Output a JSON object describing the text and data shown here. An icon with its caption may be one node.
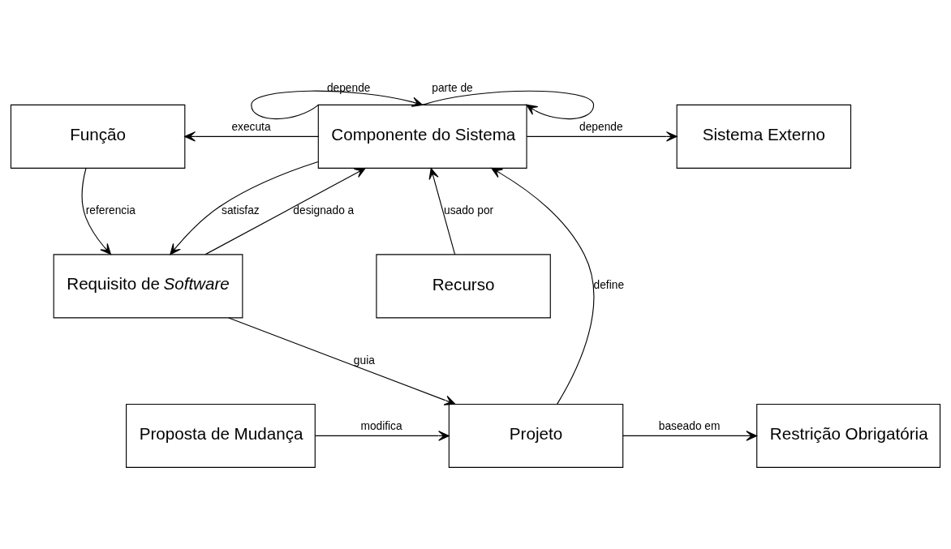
{
  "diagram": {
    "nodes": [
      {
        "text": [
          "Função"
        ]
      },
      {
        "text": [
          "Componente do Sistema"
        ]
      },
      {
        "text": [
          "Sistema Externo"
        ]
      },
      {
        "text": [
          "Requisito de *Software*"
        ]
      },
      {
        "text": [
          "Recurso"
        ]
      },
      {
        "text": [
          "Proposta de Mudança"
        ]
      },
      {
        "text": [
          "Projeto"
        ]
      },
      {
        "text": [
          "Restrição Obrigatória"
        ]
      }
    ],
    "edges": [
      {
        "from": 1,
        "to": 1,
        "arrow": "to",
        "label": "depende"
      },
      {
        "from": 1,
        "to": 1,
        "arrow": "to",
        "label": "parte de"
      },
      {
        "from": 1,
        "to": 0,
        "arrow": "to",
        "label": "executa"
      },
      {
        "from": 1,
        "to": 2,
        "arrow": "to",
        "label": "depende"
      },
      {
        "from": 0,
        "to": 3,
        "arrow": "to",
        "label": "referencia"
      },
      {
        "from": 3,
        "to": 1,
        "arrow": "to",
        "label": "designado a"
      },
      {
        "from": 1,
        "to": 3,
        "arrow": "to",
        "label": "satisfaz"
      },
      {
        "from": 6,
        "to": 1,
        "arrow": "to",
        "label": "define"
      },
      {
        "from": 4,
        "to": 1,
        "arrow": "to",
        "label": "usado por"
      },
      {
        "from": 3,
        "to": 6,
        "arrow": "to",
        "label": "guia"
      },
      {
        "from": 5,
        "to": 6,
        "arrow": "to",
        "label": "modifica"
      },
      {
        "from": 6,
        "to": 7,
        "arrow": "to",
        "label": "baseado em"
      }
    ]
  }
}
